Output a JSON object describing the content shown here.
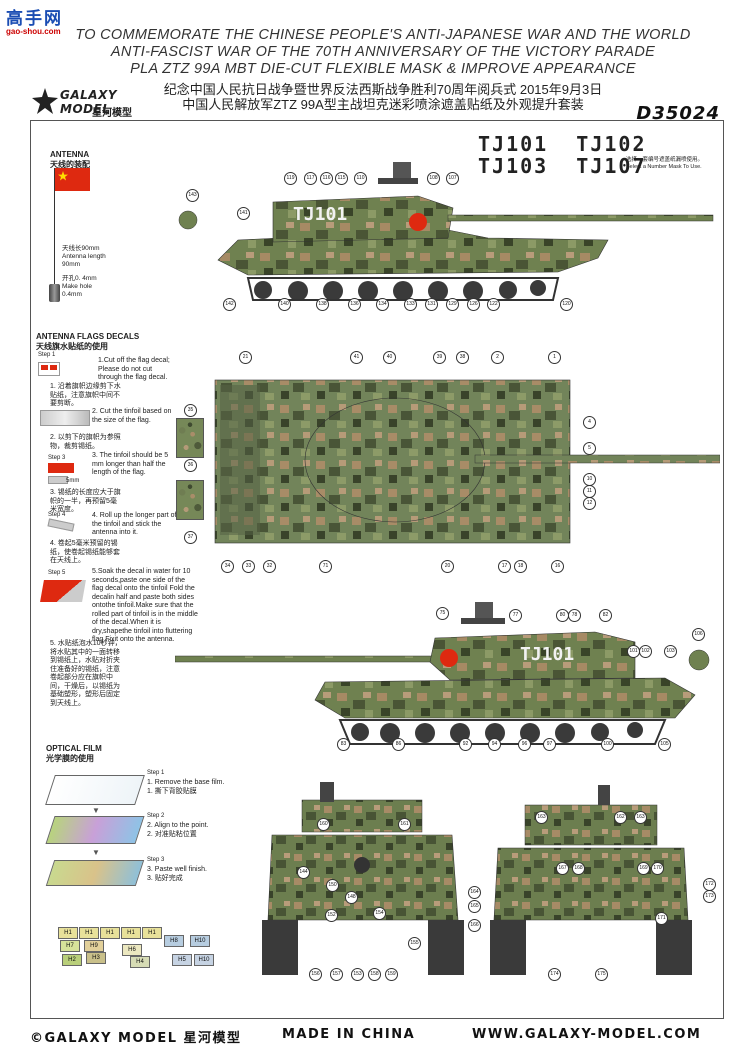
{
  "watermark": {
    "site": "高手网",
    "url": "gao-shou.com"
  },
  "header": {
    "line1": "TO COMMEMORATE THE CHINESE PEOPLE'S ANTI-JAPANESE WAR AND THE WORLD",
    "line2": "ANTI-FASCIST WAR OF THE 70TH ANNIVERSARY OF THE VICTORY PARADE",
    "line3": "PLA ZTZ 99A MBT DIE-CUT FLEXIBLE MASK & IMPROVE APPEARANCE",
    "zh1": "纪念中国人民抗日战争暨世界反法西斯战争胜利70周年阅兵式 2015年9月3日",
    "zh2": "中国人民解放军ZTZ 99A型主战坦克迷彩喷涂遮盖贴纸及外观提升套装",
    "code": "D35024"
  },
  "brand": {
    "logo_text": "GALAXY MODEL",
    "logo_zh": "星河模型"
  },
  "numbers": {
    "row1": "TJ101  TJ102",
    "row2": "TJ103  TJ107",
    "note_zh": "选择一套编号遮盖纸漏喷使用。",
    "note_en": "Select a Number Mask To Use."
  },
  "antenna": {
    "title": "ANTENNA",
    "title_zh": "天线的装配",
    "length_zh": "天线长90mm",
    "length_en1": "Antenna length",
    "length_en2": "90mm",
    "hole_zh": "开孔0. 4mm",
    "hole_en1": "Make hole",
    "hole_en2": "0.4mm"
  },
  "flags": {
    "title": "ANTENNA FLAGS DECALS",
    "title_zh": "天线旗水贴纸的使用",
    "step1": "Step 1",
    "step1_en": "1.Cut off the flag decal; Please do not cut through the flag decal.",
    "step1_zh": "1. 沿着旗帜边缘剪下水贴纸，注意旗帜中间不要剪断。",
    "step2_en": "2. Cut the tinfoil based on the size of the flag.",
    "step2_zh": "2. 以剪下的旗帜为参照物，裁剪锡纸。",
    "step3": "Step 3",
    "step3_en": "3. The tinfoil should be 5 mm longer than half the length of the flag.",
    "step3_unit": "5mm",
    "step3_zh": "3. 锡纸的长度应大于旗帜的一半，再预留5毫米宽度。",
    "step4": "Step 4",
    "step4_en": "4. Roll up the longer part of the tinfoil and stick the antenna into it.",
    "step4_zh": "4. 卷起5毫米预留的锡纸，使卷起锡纸能够套在天线上。",
    "step5": "Step 5",
    "step5_en": "5.Soak the decal in water for 10 seconds,paste one side of the flag decal onto the tinfoil Fold the decalin half and paste both sides ontothe tinfoil.Make sure that the rolled part of tinfoil is in the middle of the decal.When it is dry,shapethe tinfoil into fluttering flag.Fixit onto the antenna.",
    "step5_zh": "5. 水贴纸泡水10秒钟，将水贴其中的一面转移到锡纸上，水贴对折夹住准备好的锡纸，注意卷起部分应在旗帜中间，干燥后，以锡纸为基础塑形，塑形后固定到天线上。"
  },
  "optical": {
    "title": "OPTICAL FILM",
    "title_zh": "光学膜的使用",
    "s1": "Step 1",
    "s1_en": "1. Remove the base film.",
    "s1_zh": "1. 撕下背胶贴膜",
    "s2": "Step 2",
    "s2_en": "2. Align to the point.",
    "s2_zh": "2. 对准贴粘位置",
    "s3": "Step 3",
    "s3_en": "3. Paste well finish.",
    "s3_zh": "3. 贴好完成"
  },
  "swatches": [
    "H1",
    "H1",
    "H1",
    "H1",
    "H1",
    "H8",
    "H10",
    "H7",
    "H9",
    "H6",
    "H2",
    "H3",
    "H4",
    "H5",
    "H10"
  ],
  "hull_number": "TJ101",
  "callouts": {
    "side1": [
      "119",
      "117",
      "116",
      "115",
      "110",
      "108",
      "107",
      "143",
      "141",
      "142",
      "140",
      "138",
      "136",
      "134",
      "133",
      "131",
      "129",
      "126",
      "122",
      "120"
    ],
    "top": [
      "21",
      "41",
      "40",
      "39",
      "38",
      "2",
      "1",
      "35",
      "36",
      "37",
      "4",
      "5",
      "10",
      "11",
      "12",
      "34",
      "33",
      "32",
      "71",
      "20",
      "17",
      "18",
      "16"
    ],
    "side2": [
      "75",
      "77",
      "80",
      "78",
      "82",
      "106",
      "101",
      "102",
      "103",
      "105",
      "100",
      "97",
      "96",
      "94",
      "92",
      "86",
      "83"
    ],
    "front": [
      "160",
      "161",
      "144",
      "148",
      "150",
      "152",
      "154",
      "155",
      "156",
      "157",
      "153",
      "158",
      "159"
    ],
    "rear": [
      "163",
      "162",
      "163",
      "167",
      "168",
      "169",
      "170",
      "164",
      "165",
      "166",
      "171",
      "172",
      "173",
      "174",
      "175"
    ]
  },
  "footer": {
    "copyright": "©GALAXY MODEL 星河模型",
    "made": "MADE IN CHINA",
    "web": "WWW.GALAXY-MODEL.COM"
  }
}
